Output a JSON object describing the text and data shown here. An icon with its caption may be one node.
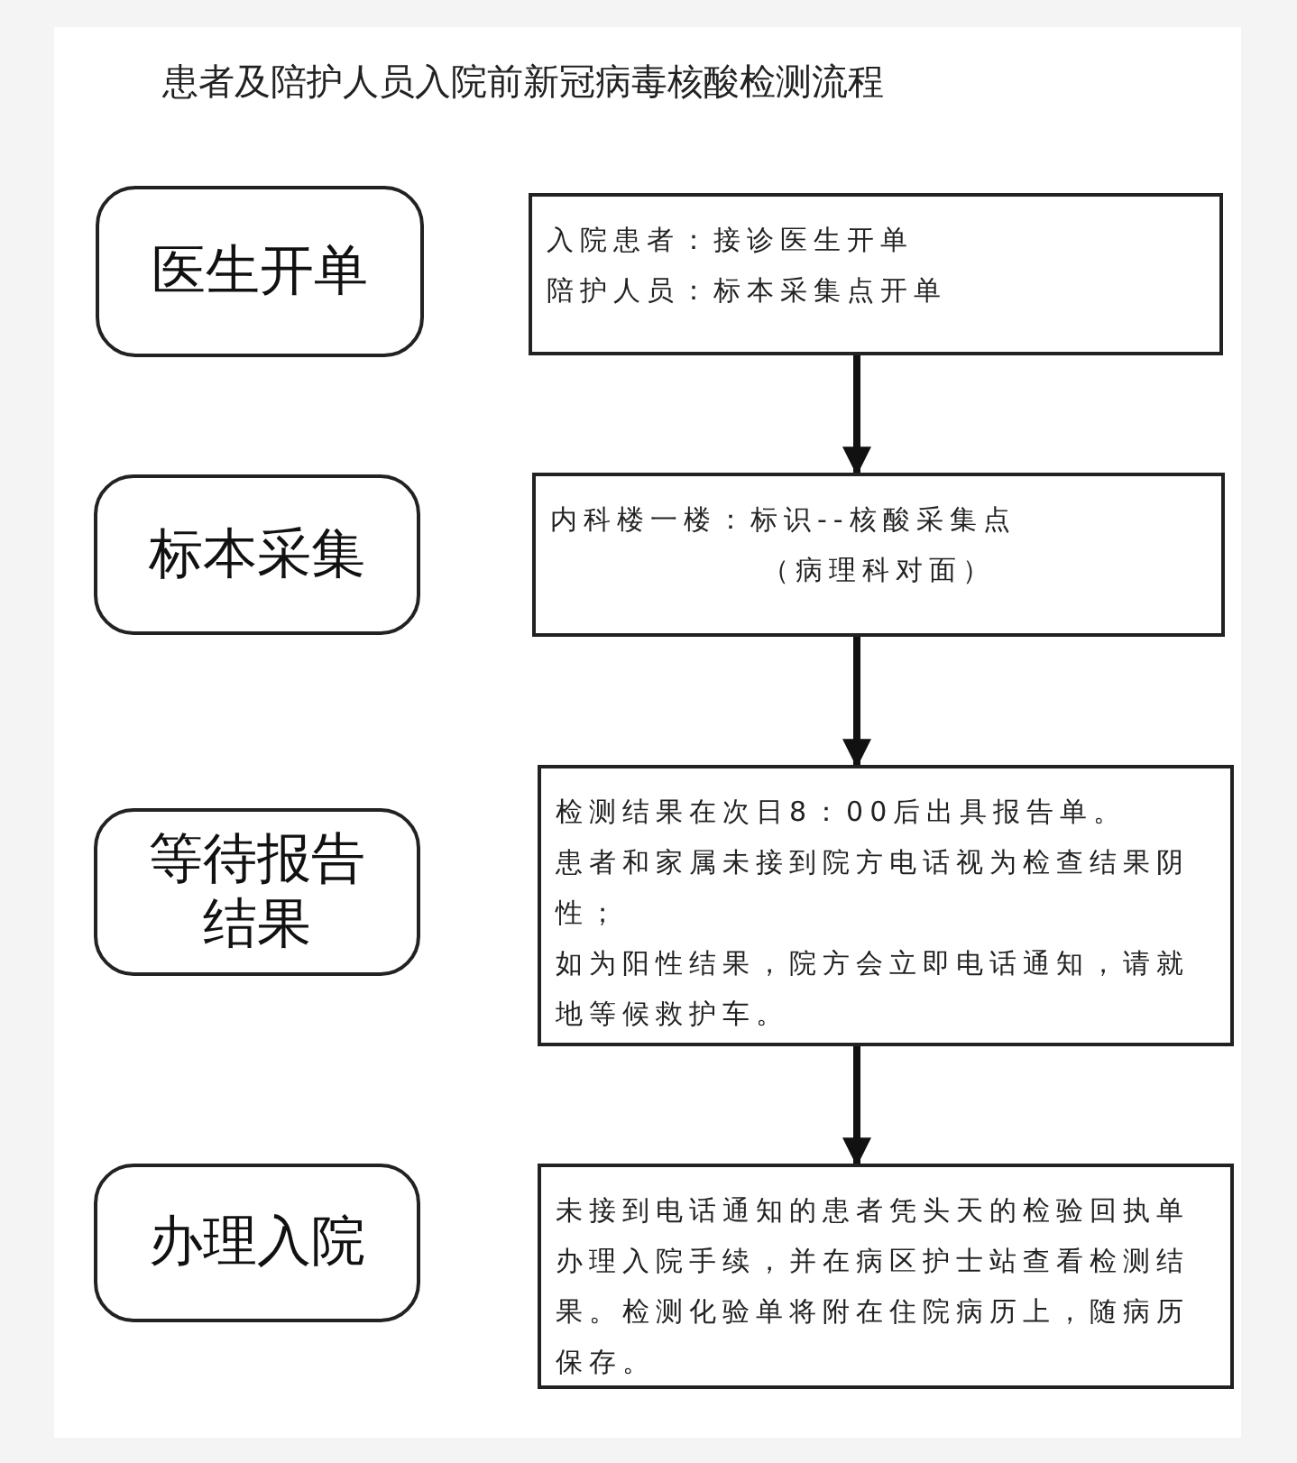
{
  "diagram": {
    "title": "患者及陪护人员入院前新冠病毒核酸检测流程",
    "nodes": [
      {
        "text": [
          "医生开单"
        ]
      },
      {
        "text": [
          "入院患者：接诊医生开单",
          "陪护人员：标本采集点开单"
        ]
      },
      {
        "text": [
          "标本采集"
        ]
      },
      {
        "text": [
          "内科楼一楼：标识--核酸采集点",
          "（病理科对面）"
        ]
      },
      {
        "text": [
          "等待报告结果"
        ]
      },
      {
        "text": [
          "检测结果在次日8：00后出具报告单。",
          "患者和家属未接到院方电话视为检查结果阴性；",
          "如为阳性结果，院方会立即电话通知，请就地等候救护车。"
        ]
      },
      {
        "text": [
          "办理入院"
        ]
      },
      {
        "text": [
          "未接到电话通知的患者凭头天的检验回执单办理入院手续，并在病区护士站查看检测结果。检测化验单将附在住院病历上，随病历保存。"
        ]
      }
    ],
    "edges": [
      {
        "from": 1,
        "to": 3,
        "arrow": "to"
      },
      {
        "from": 3,
        "to": 5,
        "arrow": "to"
      },
      {
        "from": 5,
        "to": 7,
        "arrow": "to"
      }
    ]
  }
}
